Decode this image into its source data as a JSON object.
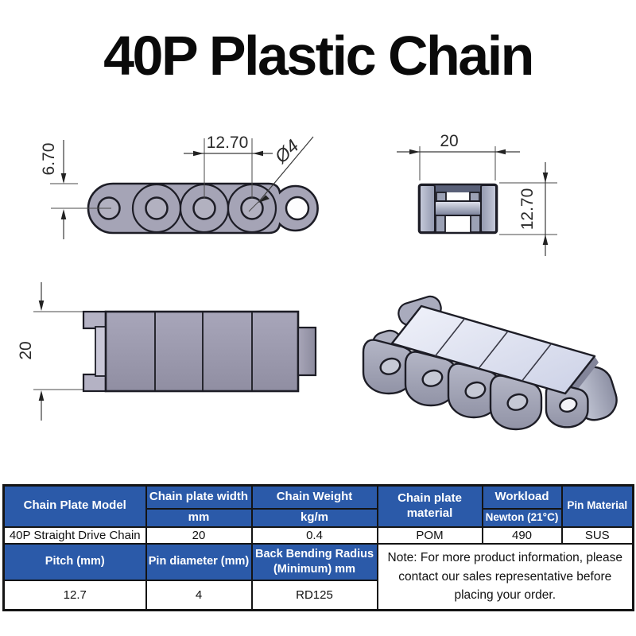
{
  "title": "40P Plastic Chain",
  "drawings": {
    "side_view": {
      "dim_height_to_center": "6.70",
      "dim_pitch": "12.70",
      "dim_pin_diameter": "Ø4"
    },
    "end_view": {
      "dim_width": "20",
      "dim_height": "12.70"
    },
    "top_view": {
      "dim_width": "20"
    }
  },
  "table": {
    "headers": {
      "chain_plate_model": "Chain Plate Model",
      "chain_plate_width": "Chain plate width",
      "chain_plate_width_unit": "mm",
      "chain_weight": "Chain Weight",
      "chain_weight_unit": "kg/m",
      "chain_plate_material": "Chain plate material",
      "workload": "Workload",
      "workload_unit": "Newton (21°C)",
      "pin_material": "Pin Material",
      "pitch": "Pitch (mm)",
      "pin_diameter": "Pin diameter (mm)",
      "back_bending_radius": "Back Bending Radius (Minimum) mm"
    },
    "row1": {
      "model": "40P Straight Drive Chain",
      "width": "20",
      "weight": "0.4",
      "material": "POM",
      "workload": "490",
      "pin_material": "SUS"
    },
    "row2": {
      "pitch": "12.7",
      "pin_diameter": "4",
      "back_bending_radius": "RD125"
    },
    "note": "Note: For more product information, please contact our sales representative before placing your order."
  },
  "colors": {
    "header_blue": "#2b5aa9",
    "table_border": "#141414",
    "part_gray": "#a5a4b6",
    "iso_top_surface": "#dfe2f2",
    "outline": "#1d1d26"
  }
}
